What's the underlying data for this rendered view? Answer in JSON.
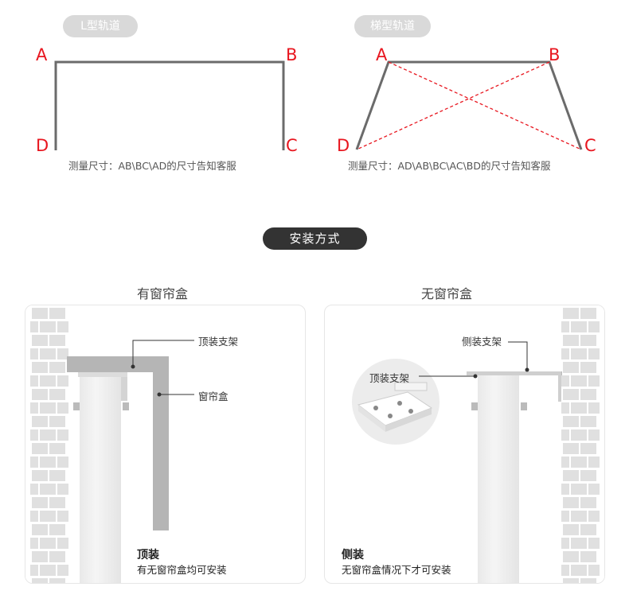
{
  "top": {
    "l_track": {
      "title": "L型轨道",
      "points": {
        "a": "A",
        "b": "B",
        "c": "C",
        "d": "D"
      },
      "measure": "测量尺寸：AB\\BC\\AD的尺寸告知客服"
    },
    "trapezoid_track": {
      "title": "梯型轨道",
      "points": {
        "a": "A",
        "b": "B",
        "c": "C",
        "d": "D"
      },
      "measure": "测量尺寸：AD\\AB\\BC\\AC\\BD的尺寸告知客服"
    }
  },
  "install": {
    "heading": "安装方式",
    "with_box": {
      "title": "有窗帘盒",
      "label_top_bracket": "顶装支架",
      "label_box": "窗帘盒",
      "mode": "顶装",
      "desc": "有无窗帘盒均可安装"
    },
    "without_box": {
      "title": "无窗帘盒",
      "label_side_bracket": "侧装支架",
      "label_top_bracket": "顶装支架",
      "mode": "侧装",
      "desc": "无窗帘盒情况下才可安装"
    }
  },
  "colors": {
    "point_label": "#e8161f",
    "dashed": "#e8161f",
    "track": "#6b6b6b",
    "pill": "#d9d9d9",
    "dark_pill": "#333333"
  }
}
